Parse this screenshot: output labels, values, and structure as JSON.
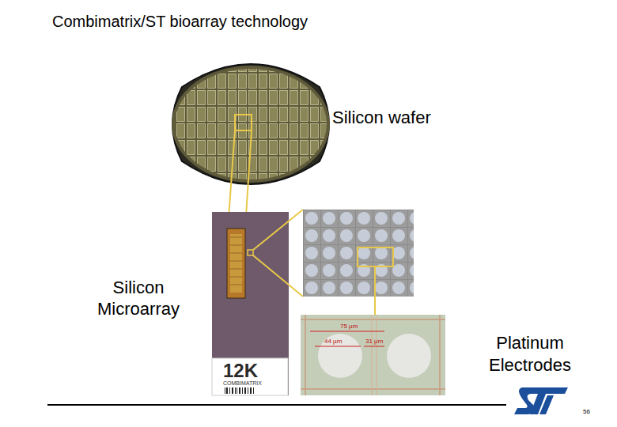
{
  "diagram": {
    "title": "Combimatrix/ST bioarray technology",
    "labels": [
      "Silicon wafer",
      "Silicon Microarray",
      "Platinum Electrodes",
      "12K",
      "COMBIMATRIX",
      "75 µm",
      "44 µm",
      "31 µm",
      "56"
    ]
  }
}
